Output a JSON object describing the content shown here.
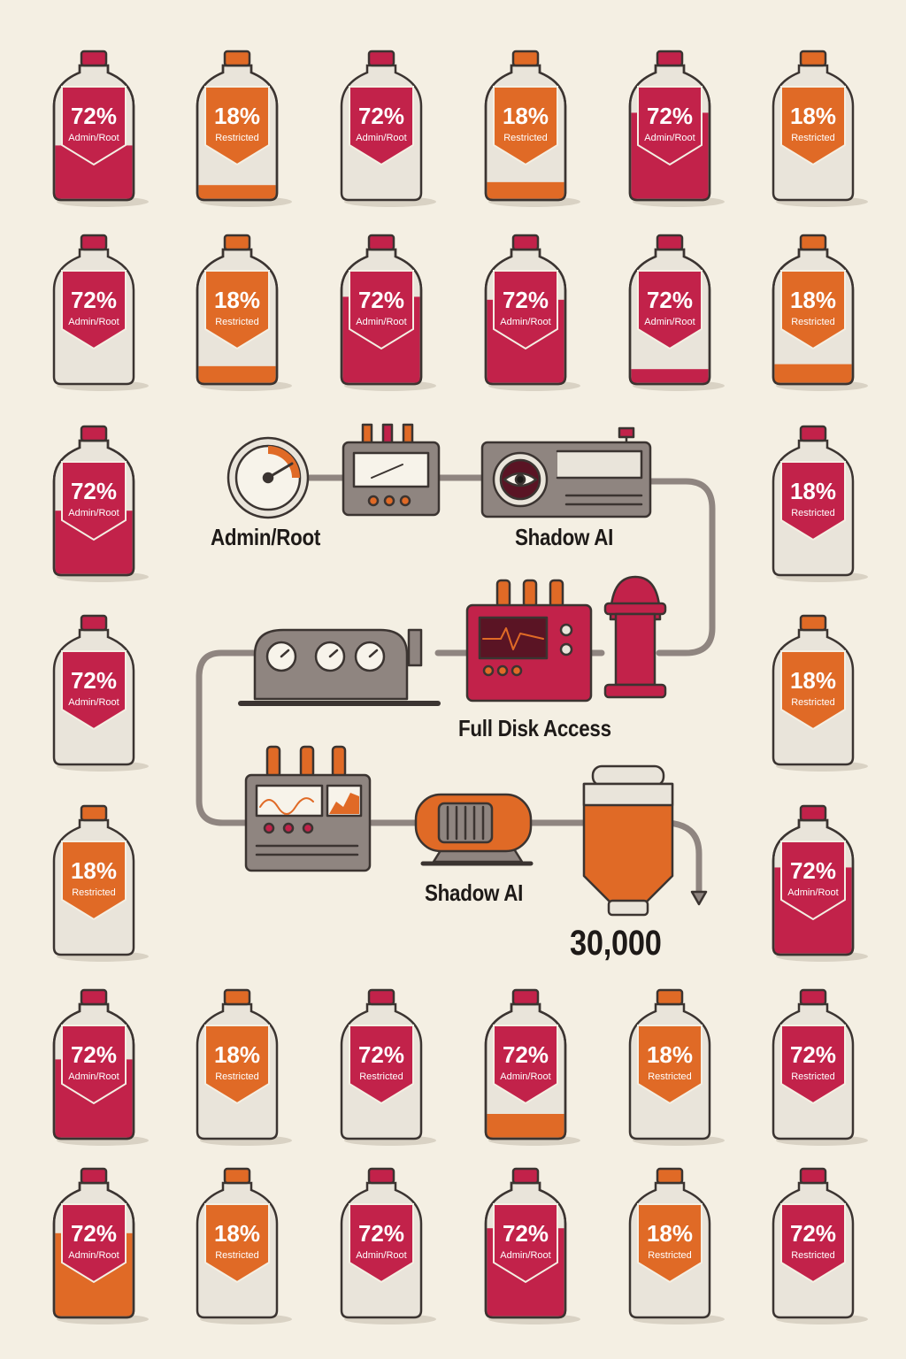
{
  "colors": {
    "background": "#f4efe3",
    "admin": "#c2224a",
    "restricted": "#e06a26",
    "outline": "#3b3431",
    "bottle": "#e9e4da",
    "machine": "#8f8580"
  },
  "bottles": [
    {
      "value": "72%",
      "label": "Admin/Root",
      "type": "admin",
      "fill": 0.55
    },
    {
      "value": "18%",
      "label": "Restricted",
      "type": "restricted",
      "fill": 0.15
    },
    {
      "value": "72%",
      "label": "Admin/Root",
      "type": "admin",
      "fill": 0
    },
    {
      "value": "18%",
      "label": "Restricted",
      "type": "restricted",
      "fill": 0.18
    },
    {
      "value": "72%",
      "label": "Admin/Root",
      "type": "admin",
      "fill": 0.88
    },
    {
      "value": "18%",
      "label": "Restricted",
      "type": "restricted",
      "fill": 0
    },
    {
      "value": "72%",
      "label": "Admin/Root",
      "type": "admin",
      "fill": 0
    },
    {
      "value": "18%",
      "label": "Restricted",
      "type": "restricted",
      "fill": 0.18
    },
    {
      "value": "72%",
      "label": "Admin/Root",
      "type": "admin",
      "fill": 0.88
    },
    {
      "value": "72%",
      "label": "Admin/Root",
      "type": "admin",
      "fill": 0.85
    },
    {
      "value": "72%",
      "label": "Admin/Root",
      "type": "admin",
      "fill": 0.15
    },
    {
      "value": "18%",
      "label": "Restricted",
      "type": "restricted",
      "fill": 0.2
    },
    {
      "value": "72%",
      "label": "Admin/Root",
      "type": "admin",
      "fill": 0.65
    },
    {
      "value": "18%",
      "label": "Restricted",
      "type": "admin",
      "fill": 0
    },
    {
      "value": "72%",
      "label": "Admin/Root",
      "type": "admin",
      "fill": 0
    },
    {
      "value": "18%",
      "label": "Restricted",
      "type": "restricted",
      "fill": 0
    },
    {
      "value": "18%",
      "label": "Restricted",
      "type": "restricted",
      "fill": 0
    },
    {
      "value": "72%",
      "label": "Admin/Root",
      "type": "admin",
      "fill": 0.88
    },
    {
      "value": "72%",
      "label": "Admin/Root",
      "type": "admin",
      "fill": 0.8
    },
    {
      "value": "18%",
      "label": "Restricted",
      "type": "restricted",
      "fill": 0
    },
    {
      "value": "72%",
      "label": "Restricted",
      "type": "admin",
      "fill": 0
    },
    {
      "value": "72%",
      "label": "Admin/Root",
      "type": "admin",
      "fill": 0.25,
      "liquid": "restricted"
    },
    {
      "value": "18%",
      "label": "Restricted",
      "type": "restricted",
      "fill": 0
    },
    {
      "value": "72%",
      "label": "Restricted",
      "type": "admin",
      "fill": 0
    },
    {
      "value": "72%",
      "label": "Admin/Root",
      "type": "admin",
      "fill": 0.85,
      "liquid": "restricted"
    },
    {
      "value": "18%",
      "label": "Restricted",
      "type": "restricted",
      "fill": 0
    },
    {
      "value": "72%",
      "label": "Admin/Root",
      "type": "admin",
      "fill": 0
    },
    {
      "value": "72%",
      "label": "Admin/Root",
      "type": "admin",
      "fill": 0.9
    },
    {
      "value": "18%",
      "label": "Restricted",
      "type": "restricted",
      "fill": 0
    },
    {
      "value": "72%",
      "label": "Restricted",
      "type": "admin",
      "fill": 0
    }
  ],
  "machine": {
    "label_admin_root": "Admin/Root",
    "label_shadow_ai_top": "Shadow AI",
    "label_full_disk_access": "Full Disk Access",
    "label_shadow_ai_bottom": "Shadow AI",
    "output_value": "30,000"
  }
}
